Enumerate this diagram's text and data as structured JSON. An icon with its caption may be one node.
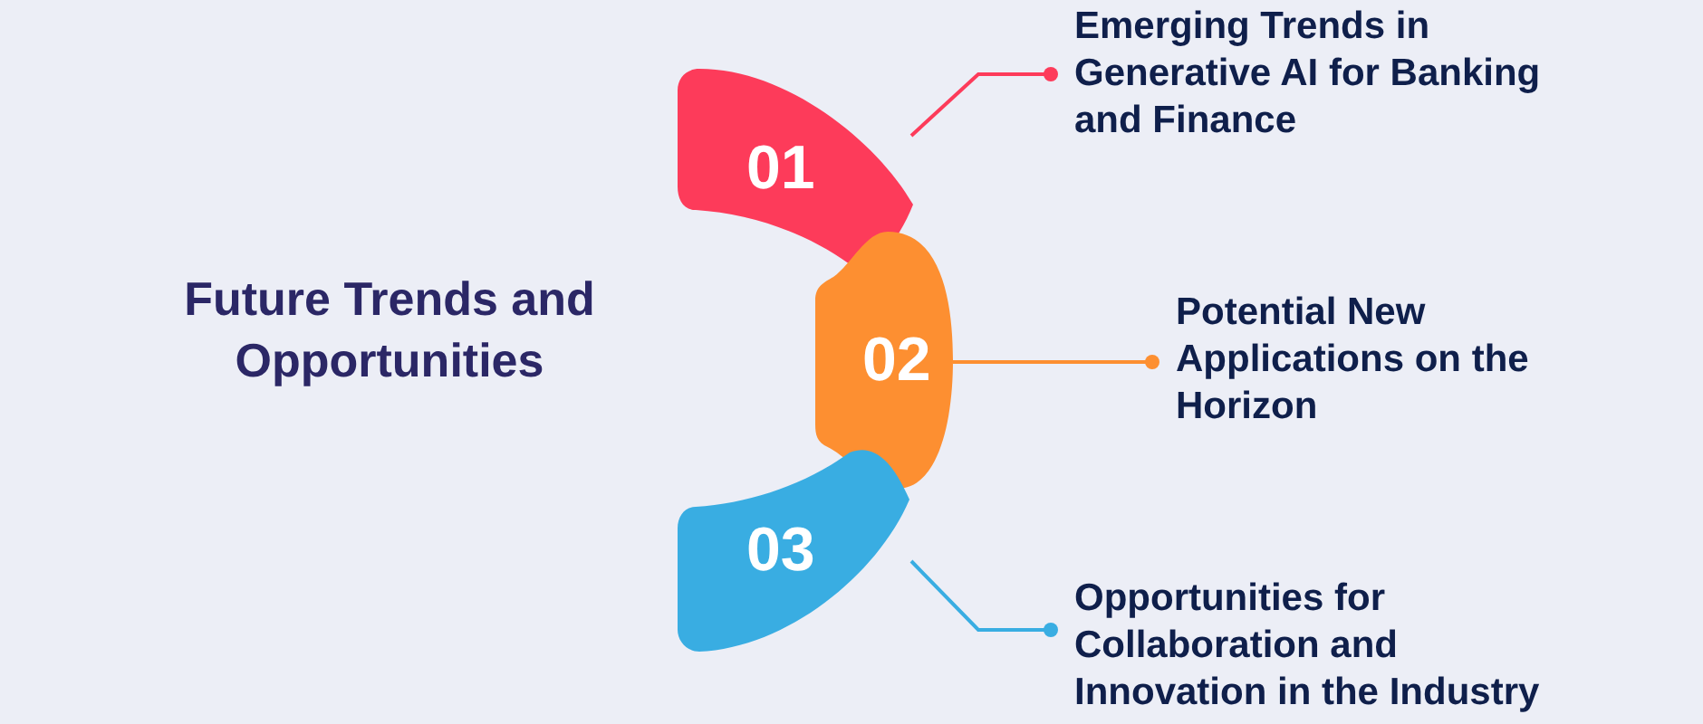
{
  "diagram": {
    "title": "Future Trends and Opportunities",
    "nodes": [
      {
        "text": [
          "01"
        ]
      },
      {
        "text": [
          "02"
        ]
      },
      {
        "text": [
          "03"
        ]
      },
      {
        "text": [
          "Emerging Trends in Generative AI for Banking and Finance"
        ]
      },
      {
        "text": [
          "Potential New Applications on the Horizon"
        ]
      },
      {
        "text": [
          "Opportunities for Collaboration and Innovation in the Industry"
        ]
      }
    ],
    "edges": [
      {
        "from": 0,
        "to": 3,
        "arrow": "other",
        "color": "#fd3b5a"
      },
      {
        "from": 1,
        "to": 4,
        "arrow": "other",
        "color": "#fd8f31"
      },
      {
        "from": 2,
        "to": 5,
        "arrow": "other",
        "color": "#39ade2"
      }
    ]
  }
}
